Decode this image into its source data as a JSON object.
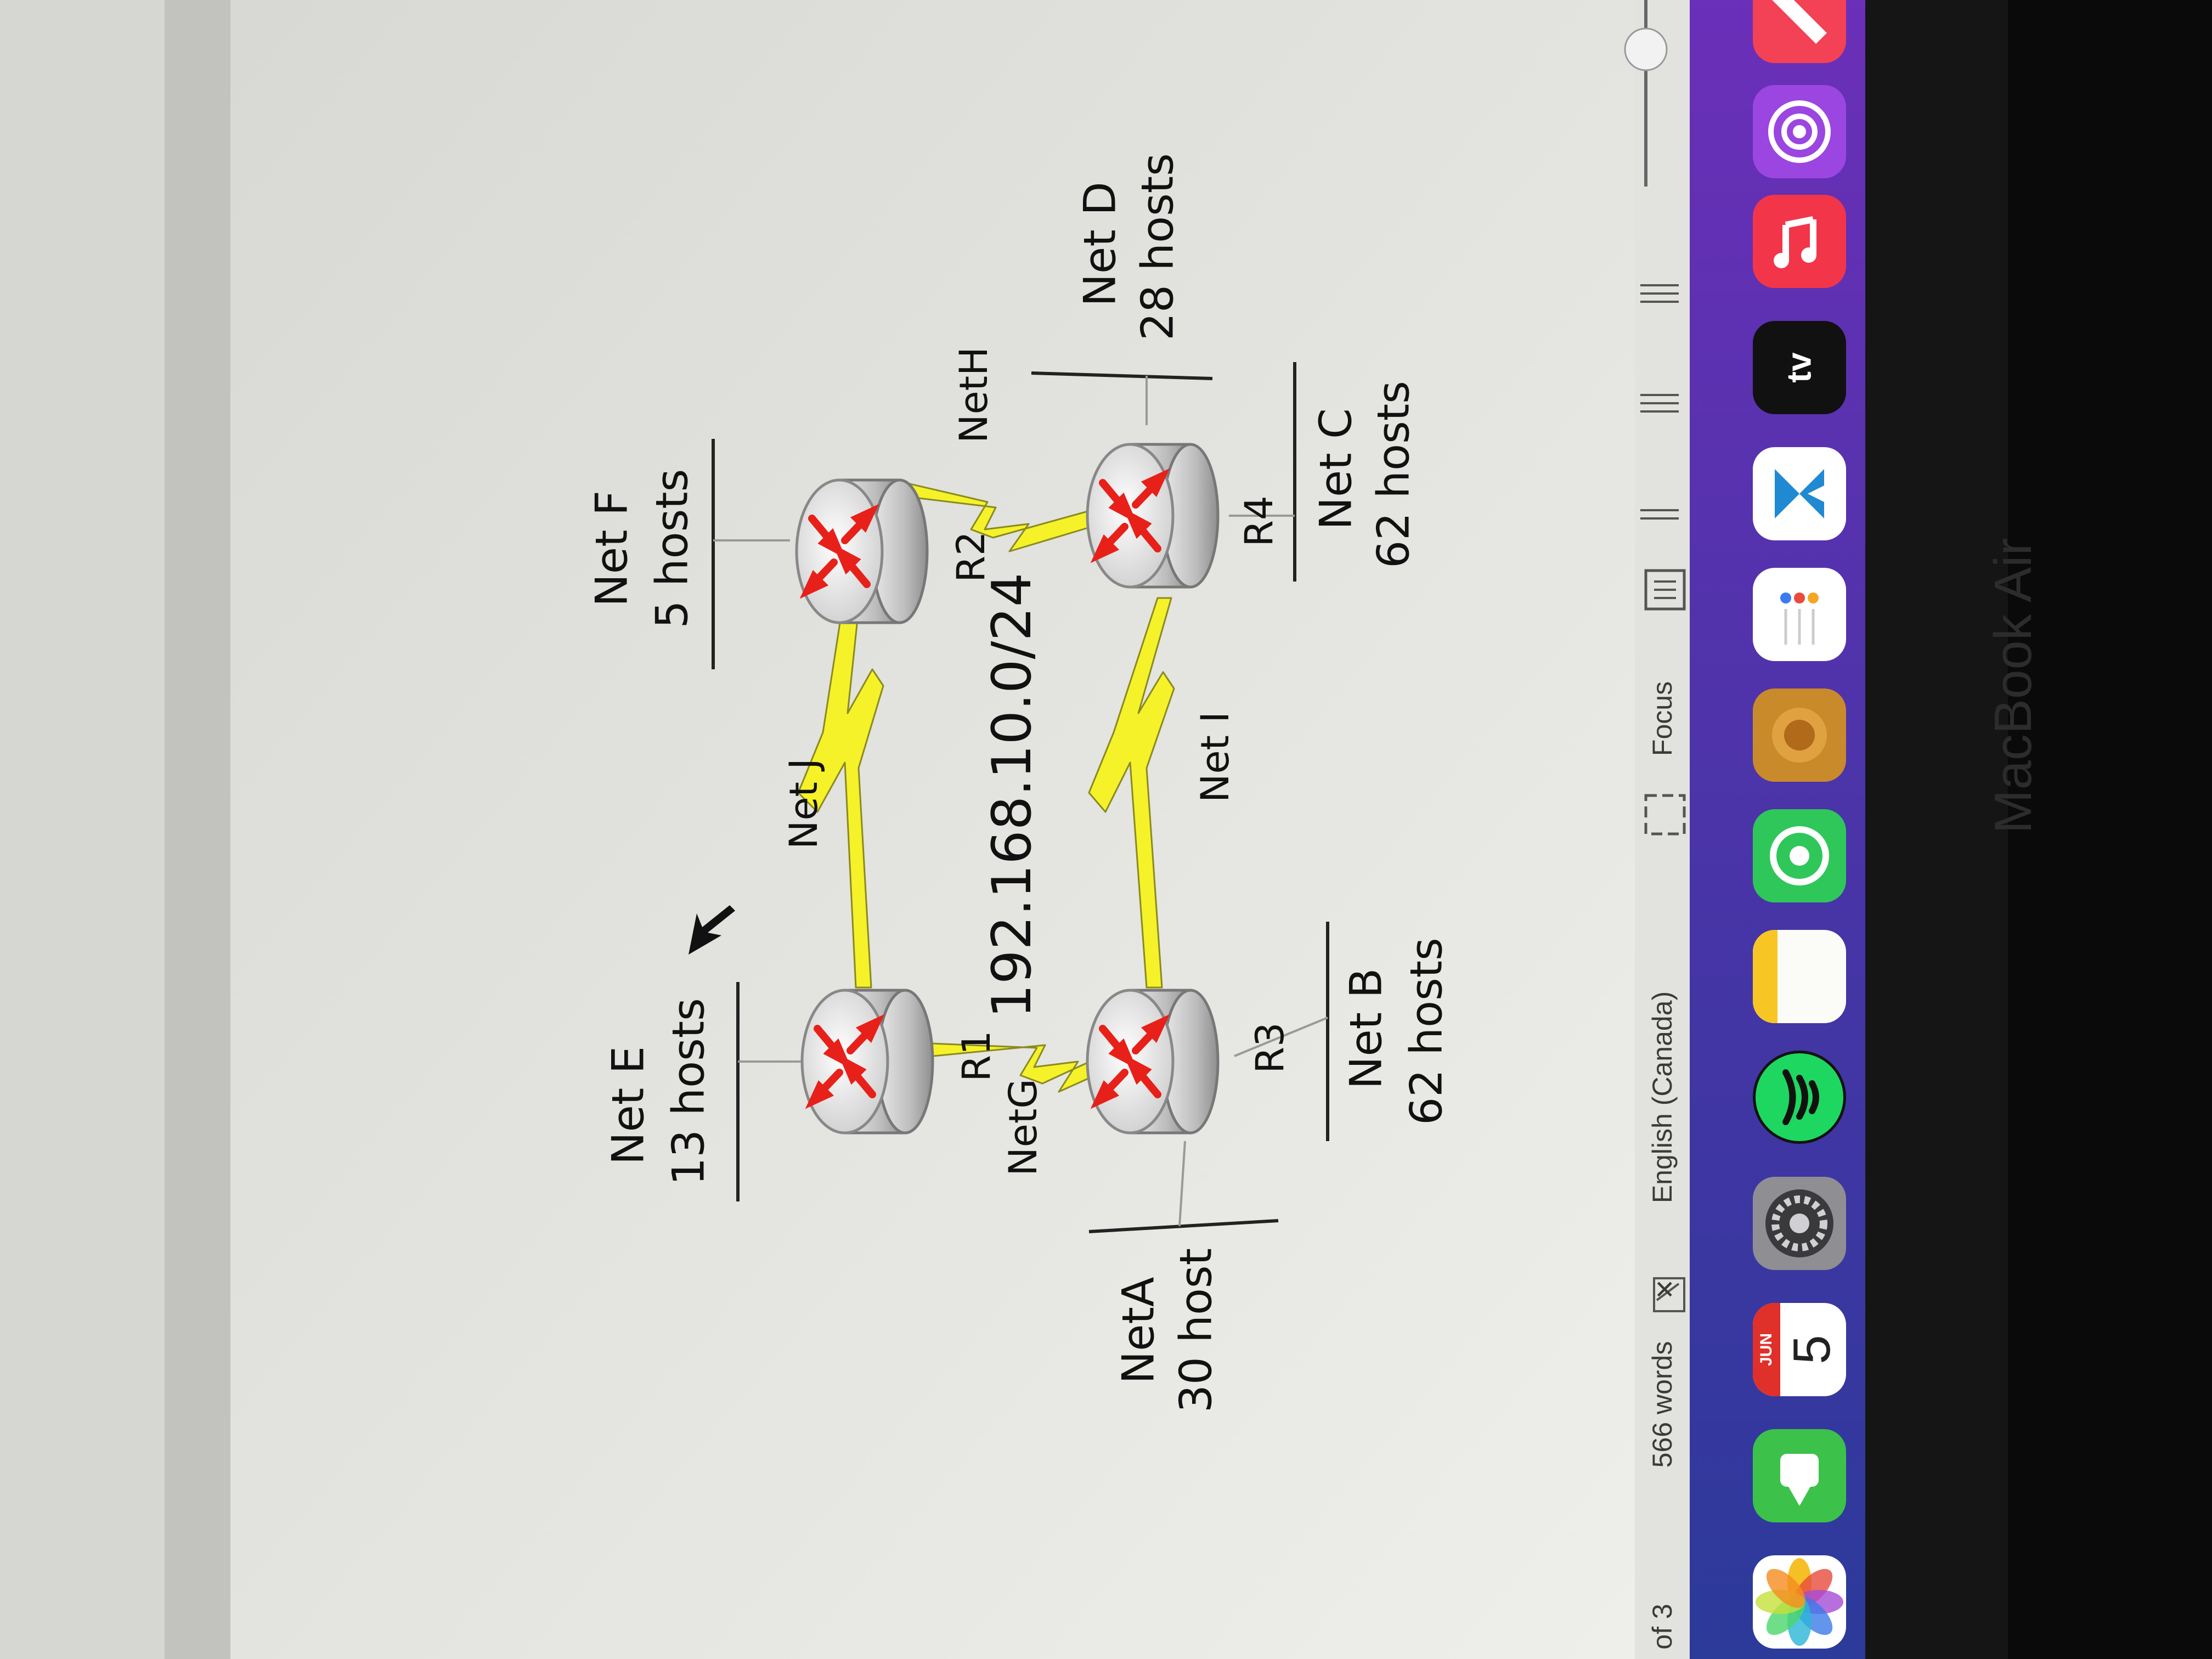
{
  "diagram": {
    "address_block": "192.168.10.0/24",
    "routers": [
      {
        "id": "r1",
        "name": "R1"
      },
      {
        "id": "r2",
        "name": "R2"
      },
      {
        "id": "r3",
        "name": "R3"
      },
      {
        "id": "r4",
        "name": "R4"
      }
    ],
    "networks": {
      "net_e": {
        "name": "Net E",
        "hosts": "13 hosts"
      },
      "net_f": {
        "name": "Net F",
        "hosts": "5 hosts"
      },
      "net_a": {
        "name": "NetA",
        "hosts": "30 host"
      },
      "net_b": {
        "name": "Net B",
        "hosts": "62 hosts"
      },
      "net_c": {
        "name": "Net C",
        "hosts": "62 hosts"
      },
      "net_d": {
        "name": "Net D",
        "hosts": "28 hosts"
      }
    },
    "links": {
      "net_g": "NetG",
      "net_h": "NetH",
      "net_i": "Net I",
      "net_j": "Net J"
    }
  },
  "status_bar": {
    "page": "of 3",
    "words": "566 words",
    "language": "English (Canada)",
    "focus": "Focus"
  },
  "dock": {
    "calendar_month": "JUN",
    "calendar_day": "5",
    "tv_label": "tv",
    "icons": [
      "photos-icon",
      "facetime-icon",
      "calendar-icon",
      "settings-icon",
      "spotify-icon",
      "notes-icon",
      "whatsapp-icon",
      "photo-booth-icon",
      "reminders-icon",
      "vscode-icon",
      "apple-tv-icon",
      "music-icon",
      "podcasts-icon",
      "news-icon"
    ]
  },
  "device_label": "MacBook Air"
}
